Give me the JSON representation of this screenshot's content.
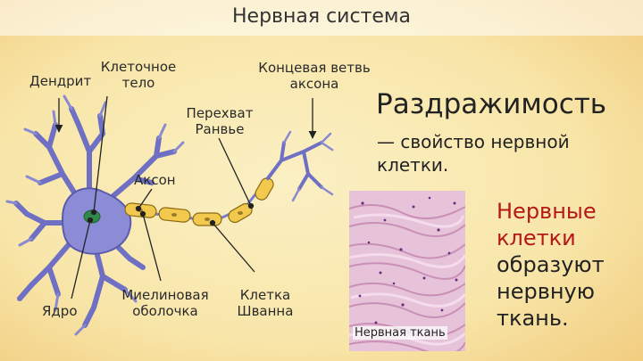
{
  "slide": {
    "title": "Нервная система",
    "colors": {
      "background_center": "#fbf0c4",
      "background_edge": "#f2cf82",
      "accent_red": "#b51818"
    }
  },
  "diagram": {
    "labels": {
      "dendrite": "Дендрит",
      "cell_body_line1": "Клеточное",
      "cell_body_line2": "тело",
      "terminal_line1": "Концевая ветвь",
      "terminal_line2": "аксона",
      "node_line1": "Перехват",
      "node_line2": "Ранвье",
      "axon": "Аксон",
      "nucleus": "Ядро",
      "myelin_line1": "Миелиновая",
      "myelin_line2": "оболочка",
      "schwann_line1": "Клетка",
      "schwann_line2": "Шванна"
    }
  },
  "definition": {
    "heading": "Раздражимость",
    "line1": "— свойство нервной",
    "line2": "клетки."
  },
  "photo": {
    "caption": "Нервная ткань"
  },
  "statement": {
    "line1": "Нервные",
    "line2": "клетки",
    "line3": "образуют",
    "line4": "нервную",
    "line5": "ткань."
  }
}
